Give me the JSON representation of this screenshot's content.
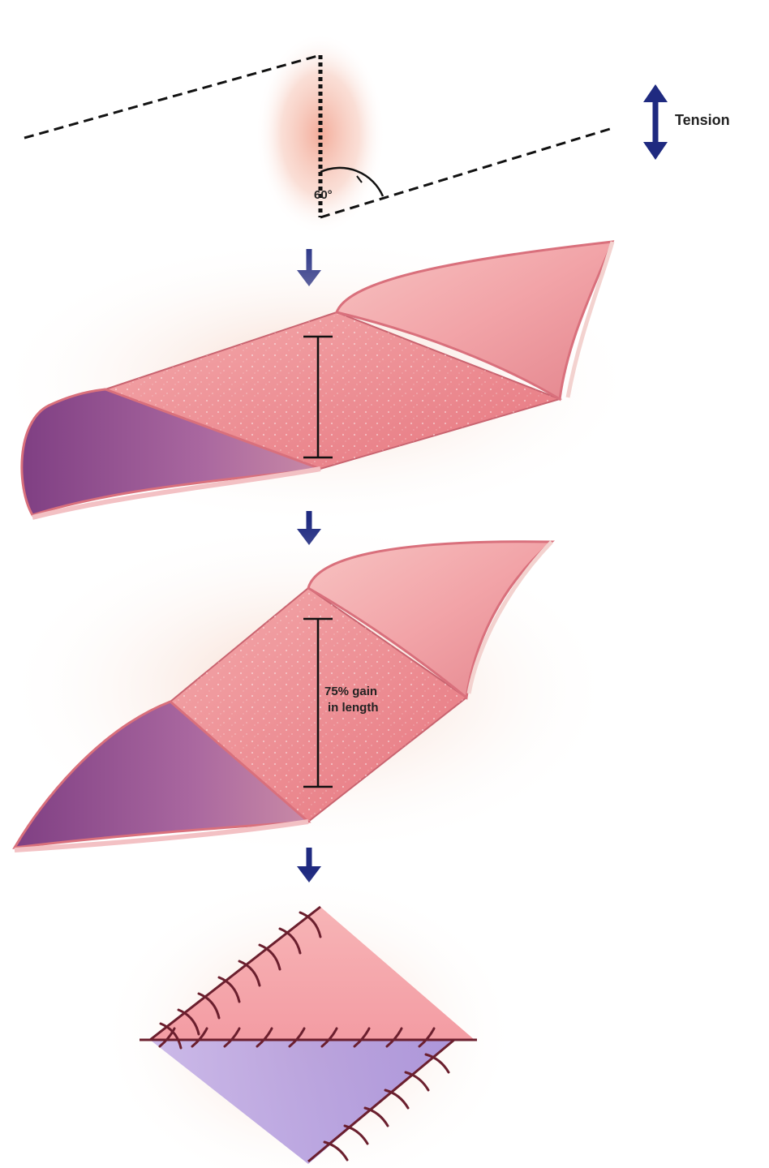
{
  "labels": {
    "tension": "Tension",
    "angle": "60°",
    "gain_line1": "75% gain",
    "gain_line2": "in length"
  },
  "colors": {
    "arrow": "#1f2a80",
    "skin_pink": "#e98a90",
    "skin_light": "#f6c2c0",
    "flap_purple": "#8e4f8f",
    "flap_purple_light": "#b77fa9",
    "suture": "#6b1f2e",
    "line": "#111111"
  }
}
